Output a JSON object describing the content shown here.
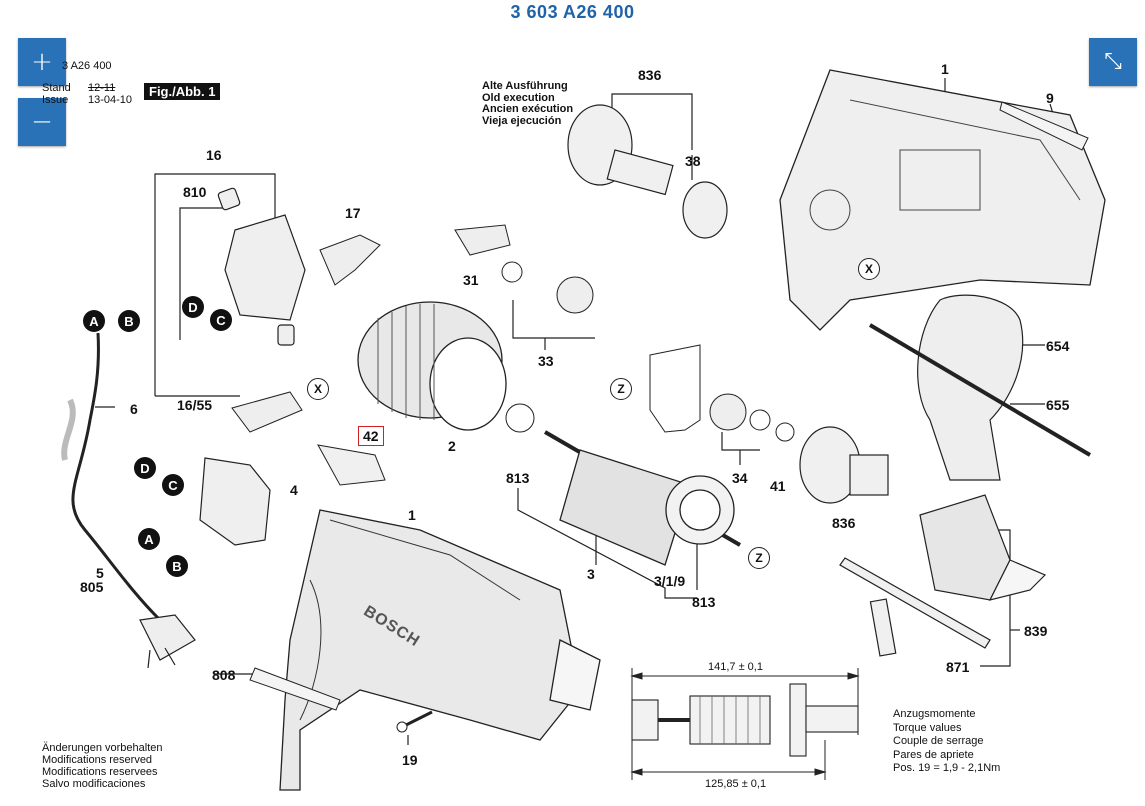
{
  "title": "3 603 A26 400",
  "header": {
    "part_no": "3 A26 400",
    "stand_label": "Stand",
    "issue_label": "Issue",
    "stand_date_struck": "12-11",
    "issue_date": "13-04-10",
    "fig_label": "Fig./Abb. 1"
  },
  "controls": {
    "zoom_in": "+",
    "zoom_out": "−",
    "collapse": "⤡"
  },
  "old_exec": [
    "Alte Ausführung",
    "Old execution",
    "Ancien exécution",
    "Vieja ejecución"
  ],
  "footer_left": [
    "Änderungen vorbehalten",
    "Modifications reserved",
    "Modifications reservees",
    "Salvo modificaciones"
  ],
  "torque": [
    "Anzugsmomente",
    "Torque values",
    "Couple de serrage",
    "Pares de apriete",
    "Pos. 19 = 1,9 - 2,1Nm"
  ],
  "dimensions": {
    "top": "141,7 ± 0,1",
    "bottom": "125,85 ± 0,1"
  },
  "part_labels": {
    "p836a": "836",
    "p38": "38",
    "p1a": "1",
    "p9": "9",
    "p16": "16",
    "p810": "810",
    "p17": "17",
    "p31": "31",
    "p33": "33",
    "p654": "654",
    "p655": "655",
    "p6": "6",
    "p1655": "16/55",
    "p2": "2",
    "p42": "42",
    "p813a": "813",
    "p34": "34",
    "p41": "41",
    "p4": "4",
    "p836b": "836",
    "p5": "5",
    "p805": "805",
    "p1b": "1",
    "p3": "3",
    "p319": "3/1/9",
    "p813b": "813",
    "p839": "839",
    "p808": "808",
    "p871": "871",
    "p19": "19"
  },
  "callouts": {
    "A": "A",
    "B": "B",
    "C": "C",
    "D": "D",
    "X": "X",
    "Z": "Z"
  },
  "brand_on_tool": "BOSCH"
}
